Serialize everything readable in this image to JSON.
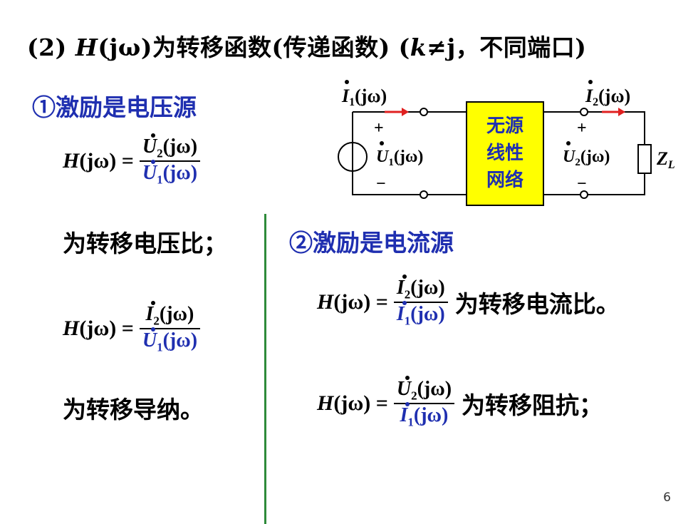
{
  "title": {
    "prefix": "(2) ",
    "H": "H",
    "mid": "(jω)为转移函数(传递函数) (",
    "k": "k",
    "suffix": "≠j，不同端口)"
  },
  "left": {
    "heading": "①激励是电压源",
    "eq1": {
      "lhs_H": "H",
      "lhs_rest": "(jω) =",
      "num_var": "U",
      "num_sub": "2",
      "num_arg": "(jω)",
      "den_var": "U",
      "den_sub": "1",
      "den_arg": "(jω)"
    },
    "desc1": "为转移电压比；",
    "eq2": {
      "lhs_H": "H",
      "lhs_rest": "(jω) =",
      "num_var": "I",
      "num_sub": "2",
      "num_arg": "(jω)",
      "den_var": "U",
      "den_sub": "1",
      "den_arg": "(jω)"
    },
    "desc2": "为转移导纳。"
  },
  "right": {
    "heading": "②激励是电流源",
    "eq1": {
      "lhs_H": "H",
      "lhs_rest": "(jω) =",
      "num_var": "I",
      "num_sub": "2",
      "num_arg": "(jω)",
      "den_var": "I",
      "den_sub": "1",
      "den_arg": "(jω)",
      "after": "为转移电流比。"
    },
    "eq2": {
      "lhs_H": "H",
      "lhs_rest": "(jω) =",
      "num_var": "U",
      "num_sub": "2",
      "num_arg": "(jω)",
      "den_var": "I",
      "den_sub": "1",
      "den_arg": "(jω)",
      "after": "为转移阻抗；"
    }
  },
  "circuit": {
    "i1_var": "I",
    "i1_sub": "1",
    "i1_arg": "(jω)",
    "i2_var": "I",
    "i2_sub": "2",
    "i2_arg": "(jω)",
    "u1_var": "U",
    "u1_sub": "1",
    "u1_arg": "(jω)",
    "u2_var": "U",
    "u2_sub": "2",
    "u2_arg": "(jω)",
    "plus": "+",
    "minus": "−",
    "network_line1": "无源",
    "network_line2": "线性",
    "network_line3": "网络",
    "load_var": "Z",
    "load_sub": "L",
    "box_color": "#ffff00",
    "arrow_color": "#e02020"
  },
  "page_number": "6"
}
